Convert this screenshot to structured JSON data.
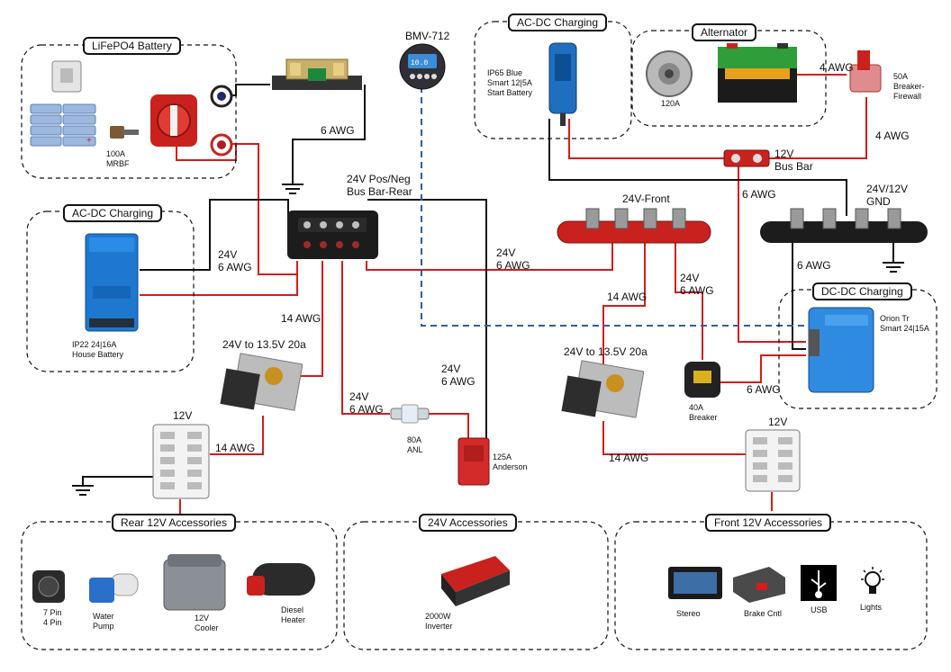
{
  "groups": {
    "battery": "LiFePO4 Battery",
    "acdc_start": "AC-DC Charging",
    "alternator": "Alternator",
    "acdc_house": "AC-DC Charging",
    "dcdc": "DC-DC Charging",
    "rear": "Rear 12V Accessories",
    "acc24": "24V Accessories",
    "front": "Front 12V Accessories"
  },
  "labels": {
    "mrbf": "100A\nMRBF",
    "bmv": "BMV-712",
    "blue_smart": "IP65 Blue\nSmart 12|5A\nStart Battery",
    "alt_amp": "120A",
    "breaker50": "50A\nBreaker-\nFirewall",
    "busbar12": "12V\nBus Bar",
    "house_charger": "IP22 24|16A\nHouse Battery",
    "busbar_rear": "24V Pos/Neg\nBus Bar-Rear",
    "front24": "24V-Front",
    "gnd": "24V/12V\nGND",
    "orion": "Orion Tr\nSmart 24|15A",
    "conv_rear": "24V to 13.5V 20a",
    "conv_front": "24V to 13.5V 20a",
    "fuse_rear": "12V",
    "fuse_front": "12V",
    "anl": "80A\nANL",
    "anderson": "125A\nAnderson",
    "breaker40": "40A\nBreaker",
    "pin": "7 Pin\n4 Pin",
    "pump": "Water\nPump",
    "cooler": "12V\nCooler",
    "heater": "Diesel\nHeater",
    "inverter": "2000W\nInverter",
    "stereo": "Stereo",
    "brake": "Brake Cntl",
    "usb": "USB",
    "lights": "Lights"
  },
  "wires": {
    "w1": "6 AWG",
    "w2": "4 AWG",
    "w3": "4 AWG",
    "w4": "6 AWG",
    "w5": "24V\n6 AWG",
    "w6": "24V\n6 AWG",
    "w7": "24V\n6 AWG",
    "w8": "6 AWG",
    "w9": "14 AWG",
    "w10": "14 AWG",
    "w11": "24V\n6 AWG",
    "w12": "24V\n6 AWG",
    "w13": "14 AWG",
    "w14": "6 AWG",
    "w15": "14 AWG"
  },
  "colors": {
    "positive": "#d81b1b",
    "negative": "#111111",
    "data": "#2a5fa8"
  }
}
